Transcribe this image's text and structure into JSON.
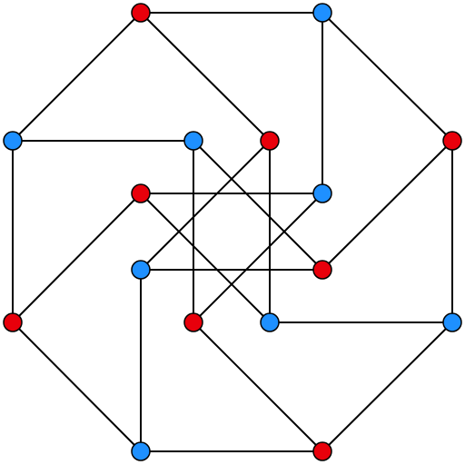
{
  "colors": {
    "background": "#ffffff",
    "edge": "#000000",
    "node_red": "#e8000b",
    "node_blue": "#1e90ff",
    "node_outline": "#000000"
  },
  "graph": {
    "nodes": [
      {
        "id": "n1",
        "color": "red"
      },
      {
        "id": "n2",
        "color": "blue"
      },
      {
        "id": "n3",
        "color": "red"
      },
      {
        "id": "n4",
        "color": "blue"
      },
      {
        "id": "n5",
        "color": "red"
      },
      {
        "id": "n6",
        "color": "blue"
      },
      {
        "id": "n7",
        "color": "red"
      },
      {
        "id": "n8",
        "color": "blue"
      },
      {
        "id": "n9",
        "color": "red"
      },
      {
        "id": "n10",
        "color": "blue"
      },
      {
        "id": "n11",
        "color": "red"
      },
      {
        "id": "n12",
        "color": "blue"
      },
      {
        "id": "n13",
        "color": "red"
      },
      {
        "id": "n14",
        "color": "blue"
      },
      {
        "id": "n15",
        "color": "red"
      },
      {
        "id": "n16",
        "color": "blue"
      }
    ],
    "edges": [
      [
        "n1",
        "n2"
      ],
      [
        "n2",
        "n3"
      ],
      [
        "n3",
        "n4"
      ],
      [
        "n4",
        "n5"
      ],
      [
        "n5",
        "n6"
      ],
      [
        "n6",
        "n7"
      ],
      [
        "n7",
        "n8"
      ],
      [
        "n8",
        "n1"
      ],
      [
        "n1",
        "n9"
      ],
      [
        "n2",
        "n10"
      ],
      [
        "n3",
        "n11"
      ],
      [
        "n4",
        "n12"
      ],
      [
        "n5",
        "n13"
      ],
      [
        "n6",
        "n14"
      ],
      [
        "n7",
        "n15"
      ],
      [
        "n8",
        "n16"
      ],
      [
        "n9",
        "n12"
      ],
      [
        "n9",
        "n14"
      ],
      [
        "n10",
        "n13"
      ],
      [
        "n10",
        "n15"
      ],
      [
        "n11",
        "n14"
      ],
      [
        "n11",
        "n16"
      ],
      [
        "n12",
        "n15"
      ],
      [
        "n13",
        "n16"
      ]
    ]
  }
}
